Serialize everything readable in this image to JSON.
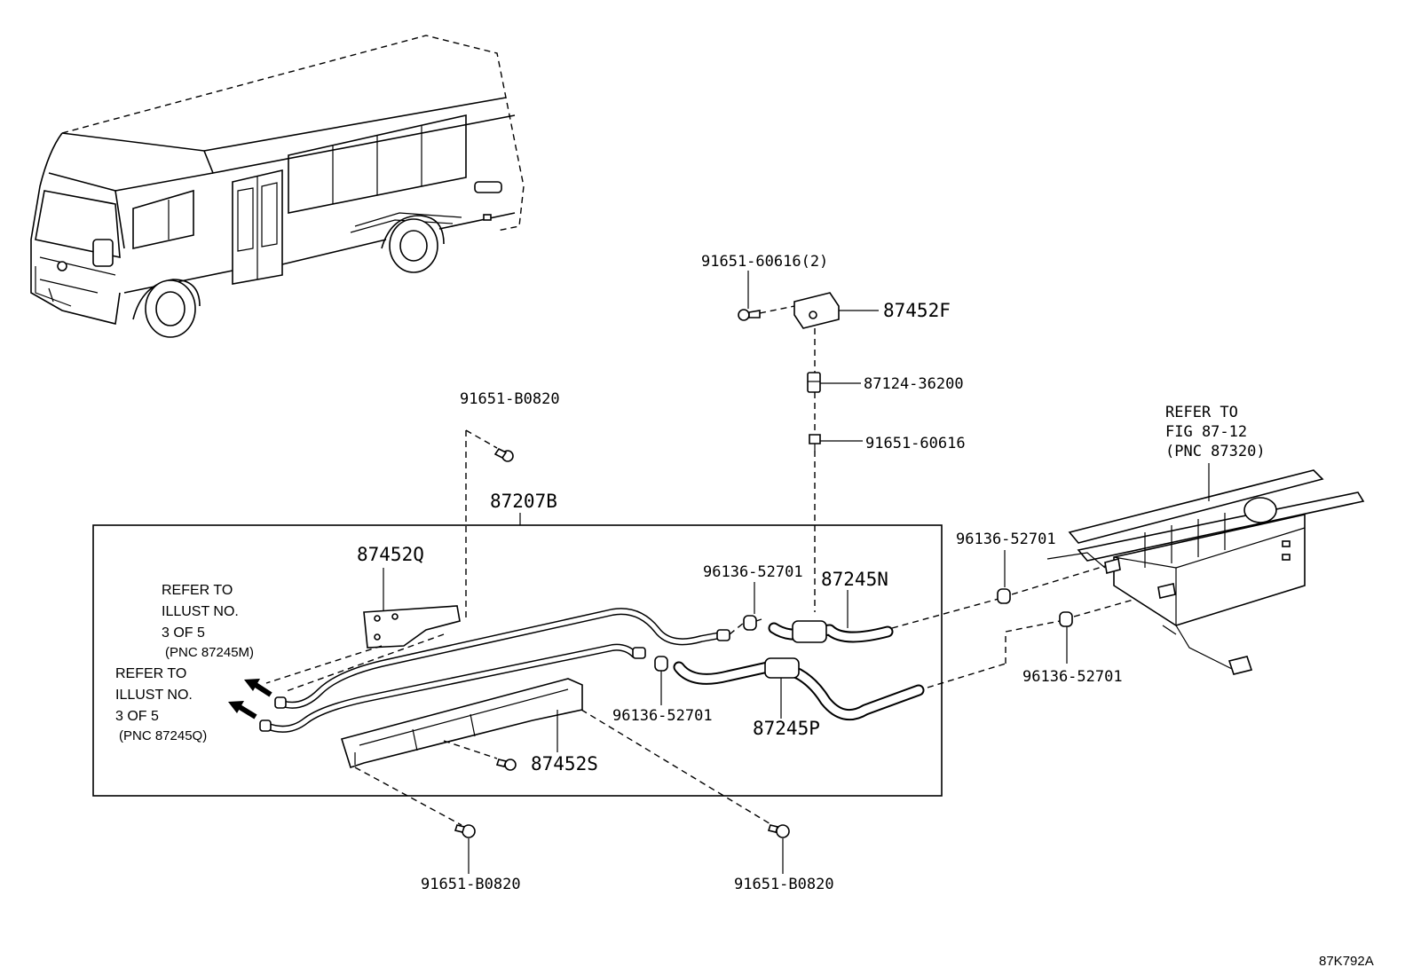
{
  "diagram": {
    "box_label": "87207B",
    "labels": {
      "bolt_top_left": "91651-B0820",
      "bolt_bottom_left": "91651-B0820",
      "bolt_bottom_right": "91651-B0820",
      "bolt_bracket_top": "91651-60616(2)",
      "bolt_mid": "91651-60616",
      "bracket_top": "87452F",
      "clip": "87124-36200",
      "bracket_q": "87452Q",
      "bracket_s": "87452S",
      "hose_n": "87245N",
      "hose_p": "87245P",
      "clamp_top": "96136-52701",
      "clamp_mid": "96136-52701",
      "clamp_right_top": "96136-52701",
      "clamp_right_bottom": "96136-52701"
    },
    "refer_upper": {
      "line1": "REFER TO",
      "line2": "ILLUST NO.",
      "line3": "3 OF 5",
      "line4": "(PNC 87245M)"
    },
    "refer_lower": {
      "line1": "REFER TO",
      "line2": "ILLUST NO.",
      "line3": "3 OF 5",
      "line4": "(PNC 87245Q)"
    },
    "refer_fig": {
      "line1": "REFER TO",
      "line2": "FIG 87-12",
      "line3": "(PNC 87320)"
    },
    "drawing_code": "87K792A"
  }
}
